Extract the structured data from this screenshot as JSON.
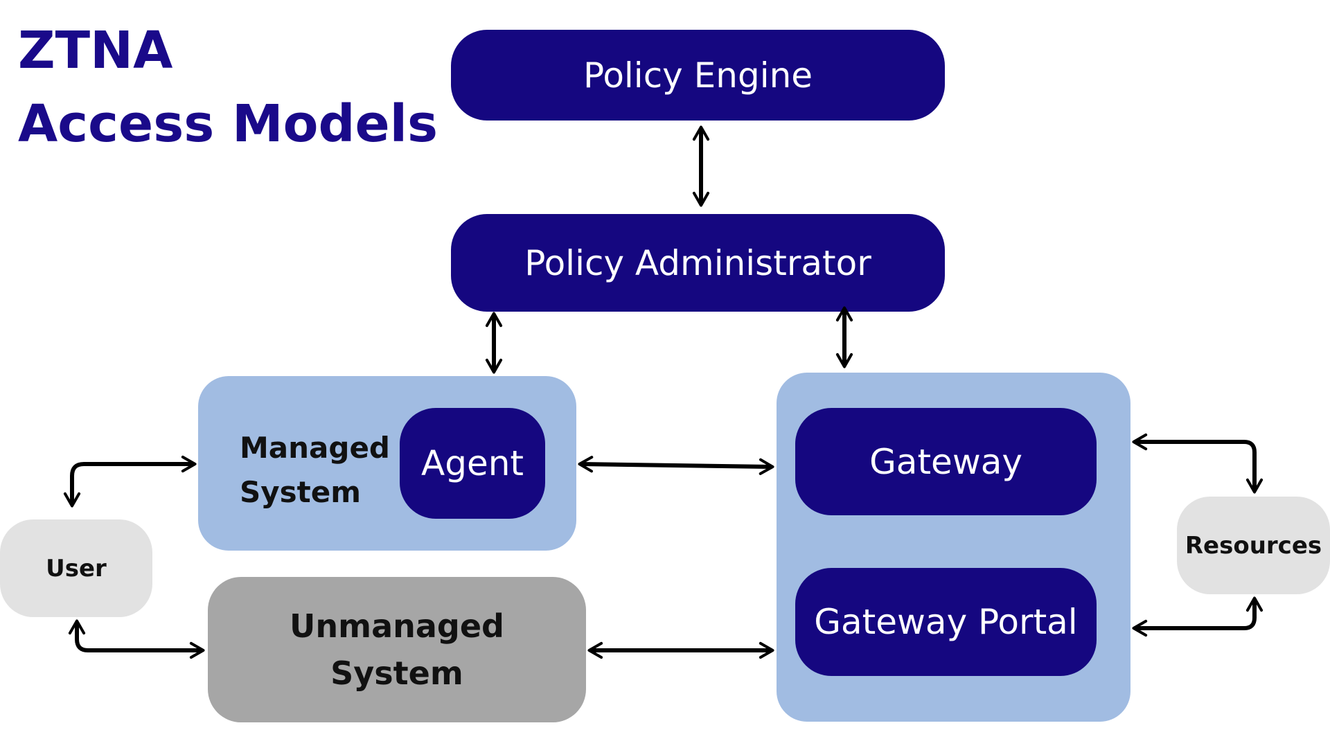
{
  "title": {
    "line1": "ZTNA",
    "line2": "Access Models"
  },
  "nodes": {
    "policy_engine": "Policy Engine",
    "policy_administrator": "Policy Administrator",
    "managed_system": {
      "line1": "Managed",
      "line2": "System"
    },
    "agent": "Agent",
    "unmanaged_system": {
      "line1": "Unmanaged",
      "line2": "System"
    },
    "gateway": "Gateway",
    "gateway_portal": "Gateway Portal",
    "user": "User",
    "resources": "Resources"
  },
  "colors": {
    "title": "#1a0a8a",
    "dark_box": "#150780",
    "light_blue_group": "#a1bce2",
    "unmanaged_gray": "#a6a6a6",
    "endpoint_gray": "#e2e2e2",
    "arrow": "#000000"
  },
  "connections": [
    {
      "from": "policy_engine",
      "to": "policy_administrator",
      "direction": "bidirectional"
    },
    {
      "from": "policy_administrator",
      "to": "managed_system",
      "direction": "bidirectional"
    },
    {
      "from": "policy_administrator",
      "to": "gateway_group",
      "direction": "bidirectional"
    },
    {
      "from": "user",
      "to": "managed_system",
      "direction": "bidirectional"
    },
    {
      "from": "user",
      "to": "unmanaged_system",
      "direction": "bidirectional"
    },
    {
      "from": "managed_system",
      "to": "gateway",
      "direction": "bidirectional"
    },
    {
      "from": "unmanaged_system",
      "to": "gateway_portal",
      "direction": "bidirectional"
    },
    {
      "from": "gateway_group",
      "to": "resources",
      "direction": "bidirectional"
    },
    {
      "from": "gateway_group",
      "to": "resources",
      "direction": "bidirectional"
    }
  ]
}
